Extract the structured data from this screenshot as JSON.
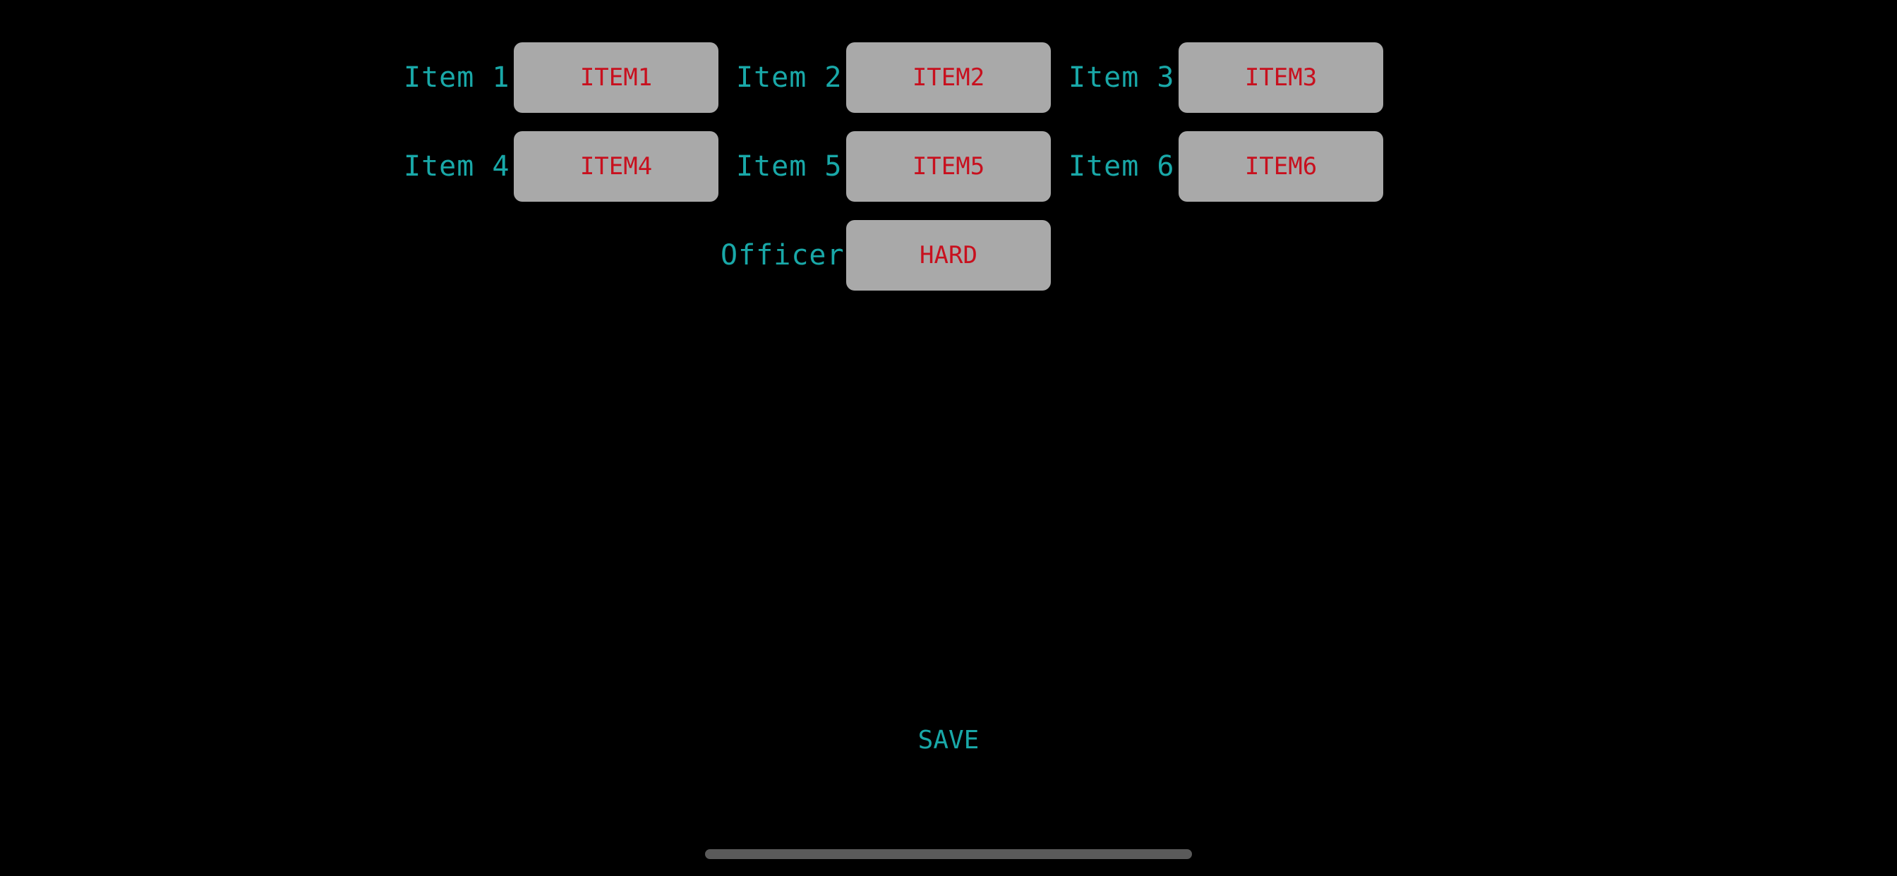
{
  "colors": {
    "background": "#000000",
    "label_text": "#19a8a8",
    "slot_background": "#a9a9a9",
    "slot_text": "#c8101e",
    "home_indicator": "#5a5a5a"
  },
  "slots": [
    {
      "label": "Item 1",
      "value": "ITEM1"
    },
    {
      "label": "Item 2",
      "value": "ITEM2"
    },
    {
      "label": "Item 3",
      "value": "ITEM3"
    },
    {
      "label": "Item 4",
      "value": "ITEM4"
    },
    {
      "label": "Item 5",
      "value": "ITEM5"
    },
    {
      "label": "Item 6",
      "value": "ITEM6"
    },
    {
      "label": "Officer",
      "value": "HARD"
    }
  ],
  "footer": {
    "save_label": "SAVE"
  }
}
